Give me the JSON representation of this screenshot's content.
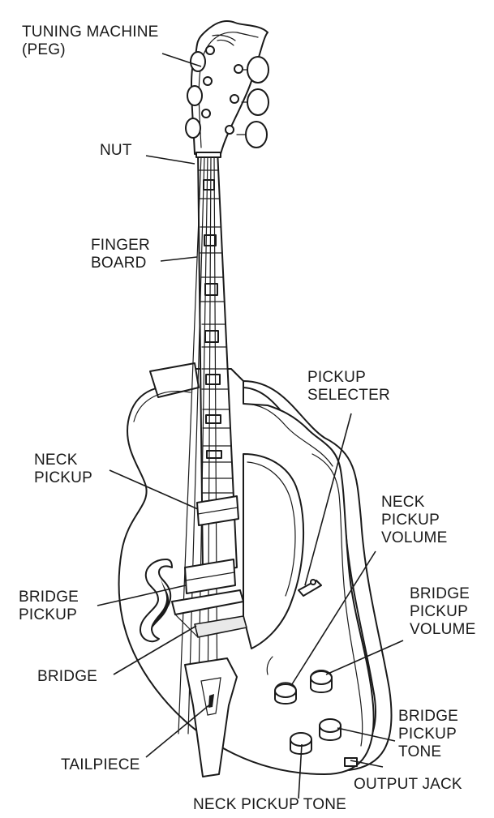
{
  "diagram": {
    "labels": {
      "tuning_machine": [
        "TUNING MACHINE",
        "(PEG)"
      ],
      "nut": [
        "NUT"
      ],
      "finger_board": [
        "FINGER",
        "BOARD"
      ],
      "pickup_selecter": [
        "PICKUP",
        "SELECTER"
      ],
      "neck_pickup": [
        "NECK",
        "PICKUP"
      ],
      "neck_pickup_volume": [
        "NECK",
        "PICKUP",
        "VOLUME"
      ],
      "bridge_pickup": [
        "BRIDGE",
        "PICKUP"
      ],
      "bridge_pickup_volume": [
        "BRIDGE",
        "PICKUP",
        "VOLUME"
      ],
      "bridge": [
        "BRIDGE"
      ],
      "bridge_pickup_tone": [
        "BRIDGE",
        "PICKUP",
        "TONE"
      ],
      "tailpiece": [
        "TAILPIECE"
      ],
      "output_jack": [
        "OUTPUT JACK"
      ],
      "neck_pickup_tone": [
        "NECK PICKUP TONE"
      ]
    }
  }
}
